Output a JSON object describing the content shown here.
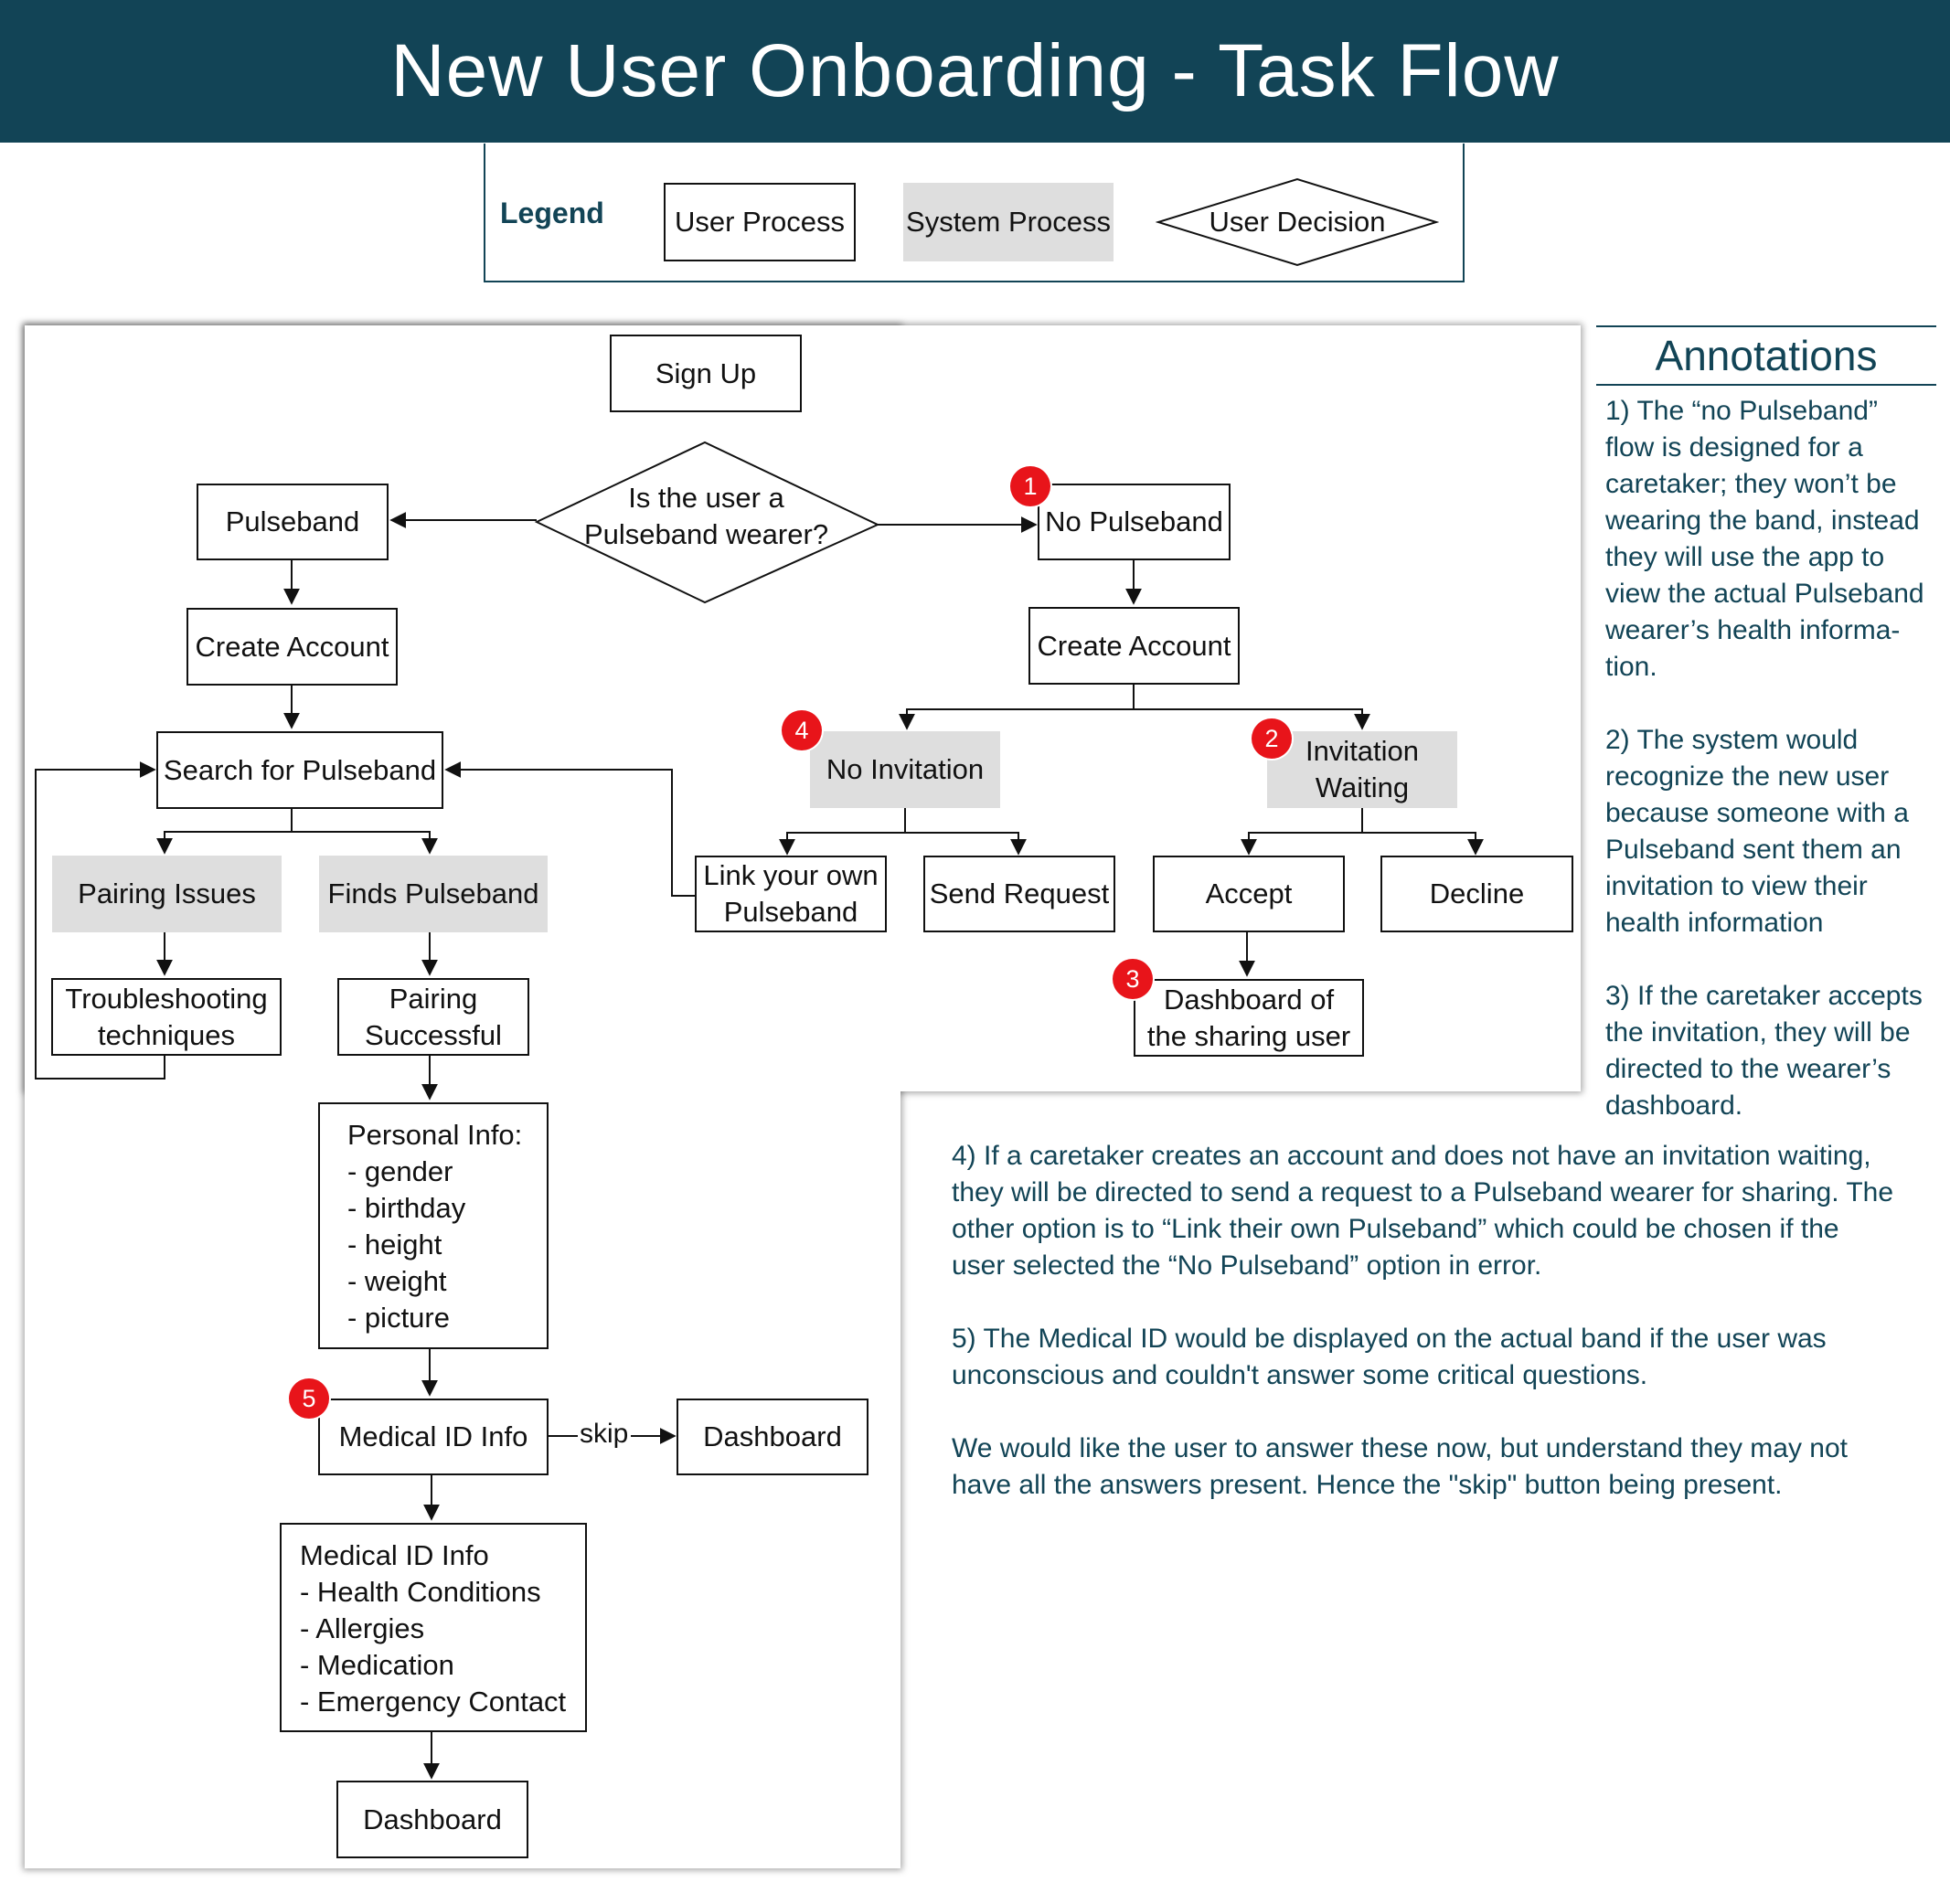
{
  "title": "New User Onboarding - Task Flow",
  "legend": {
    "title": "Legend",
    "user_process": "User Process",
    "system_process": "System Process",
    "user_decision": "User Decision"
  },
  "nodes": {
    "sign_up": "Sign Up",
    "decision": "Is the user a\nPulseband wearer?",
    "pulseband": "Pulseband",
    "no_pulseband": "No Pulseband",
    "create_account_left": "Create Account",
    "create_account_right": "Create Account",
    "search": "Search for Pulseband",
    "pairing_issues": "Pairing Issues",
    "finds_pulseband": "Finds Pulseband",
    "troubleshooting": "Troubleshooting\ntechniques",
    "pairing_successful": "Pairing\nSuccessful",
    "personal_info_title": "Personal Info:",
    "personal_info_items": [
      "- gender",
      "- birthday",
      "- height",
      "- weight",
      "- picture"
    ],
    "medical_id": "Medical ID Info",
    "skip": "skip",
    "dashboard_skip": "Dashboard",
    "medical_id_list_title": "Medical ID Info",
    "medical_id_items": [
      "- Health Conditions",
      "- Allergies",
      "- Medication",
      "- Emergency Contact"
    ],
    "dashboard_final": "Dashboard",
    "no_invitation": "No Invitation",
    "invitation_waiting": "Invitation\nWaiting",
    "link_own": "Link your own\nPulseband",
    "send_request": "Send Request",
    "accept": "Accept",
    "decline": "Decline",
    "dashboard_sharing": "Dashboard of\nthe sharing user"
  },
  "badges": {
    "b1": "1",
    "b2": "2",
    "b3": "3",
    "b4": "4",
    "b5": "5"
  },
  "annotations": {
    "heading": "Annotations",
    "a1": "1) The “no Pulseband”\nflow is designed for a\ncaretaker; they won’t be\nwearing the band, instead\nthey will use the app to\nview the actual Pulseband\nwearer’s health informa-\ntion.",
    "a2": "2) The system would\nrecognize the new user\nbecause someone with a\nPulseband sent them an\ninvitation to view their\nhealth information",
    "a3": "3) If the caretaker accepts\nthe invitation, they will be\ndirected to the wearer’s\ndashboard.",
    "a4": "4) If a caretaker creates an account and does not have an invitation waiting,\nthey will be directed to send a request to a Pulseband wearer for sharing. The\nother option is to “Link their own Pulseband” which could be chosen if the\nuser selected the “No Pulseband” option in error.",
    "a5": "5) The Medical ID would be displayed on the actual band if the user was\nunconscious and couldn't answer some critical questions.",
    "a6": "We would like the user to answer these now, but understand they may not\nhave all the answers present. Hence the \"skip\" button being present."
  },
  "colors": {
    "brand": "#124456",
    "system_fill": "#dedede",
    "badge": "#e8141a"
  }
}
